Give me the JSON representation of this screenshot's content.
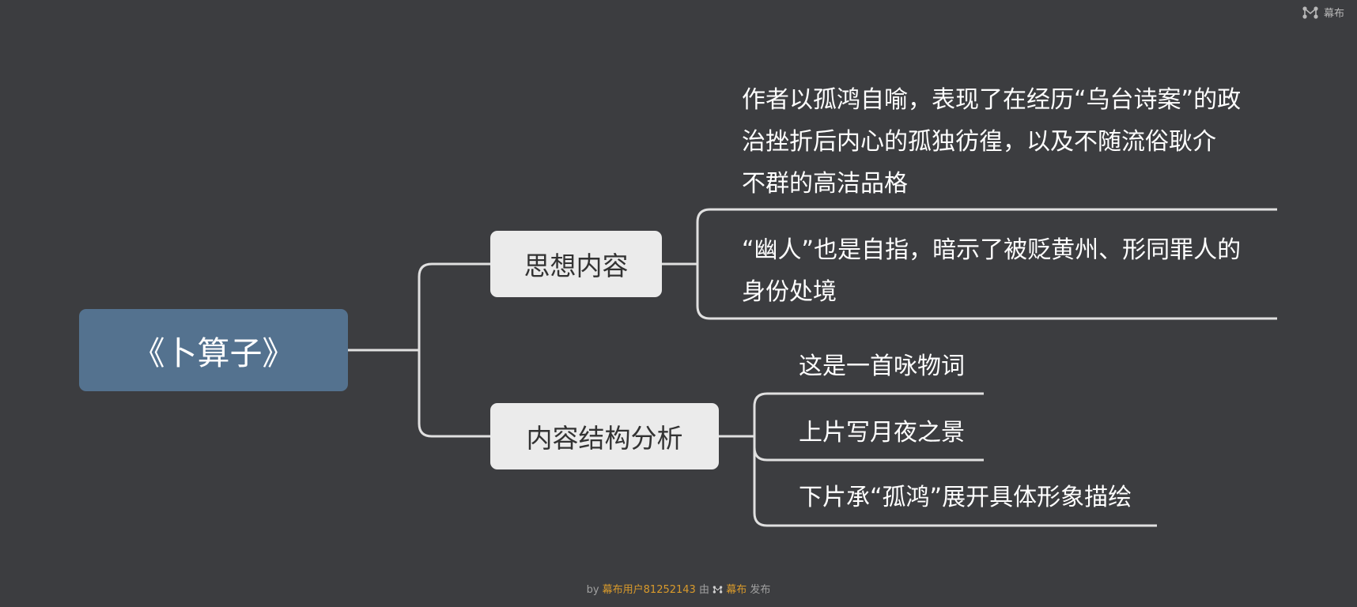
{
  "brand": {
    "name": "幕布"
  },
  "mindmap": {
    "root": "《卜算子》",
    "topics": [
      {
        "label": "思想内容",
        "children": [
          [
            "作者以孤鸿自喻，表现了在经历“乌台诗案”的政",
            "治挫折后内心的孤独彷徨，以及不随流俗耿介",
            "不群的高洁品格"
          ],
          [
            "“幽人”也是自指，暗示了被贬黄州、形同罪人的",
            "身份处境"
          ]
        ]
      },
      {
        "label": "内容结构分析",
        "children": [
          [
            "这是一首咏物词"
          ],
          [
            "上片写月夜之景"
          ],
          [
            "下片承“孤鸿”展开具体形象描绘"
          ]
        ]
      }
    ]
  },
  "footer": {
    "by": "by",
    "user": "幕布用户81252143",
    "via": "由",
    "brand": "幕布",
    "publish": "发布"
  },
  "colors": {
    "background": "#3c3d40",
    "root": "#54728f",
    "topic": "#ebebeb",
    "connector": "#e0e0e0",
    "accent": "#d99a2b"
  }
}
